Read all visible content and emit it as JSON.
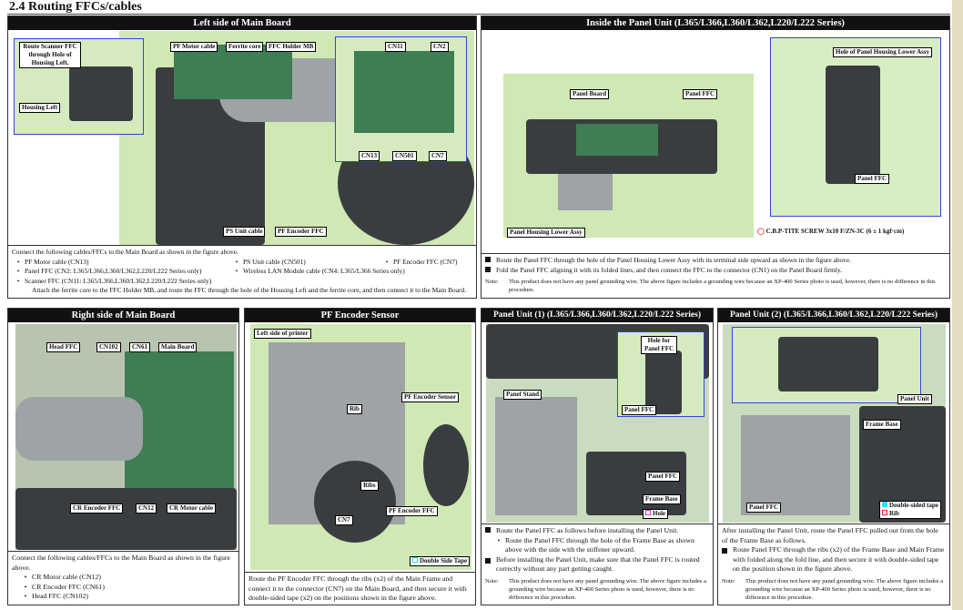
{
  "title": "2.4  Routing FFCs/cables",
  "p1": {
    "header": "Left side of Main Board",
    "labels": [
      "Route Scanner FFC through Hole of Housing Left.",
      "Housing Left",
      "PF Motor cable",
      "Ferrite core",
      "FFC Holder MB",
      "CN11",
      "CN2",
      "CN13",
      "CN501",
      "CN7",
      "PS Unit cable",
      "PF Encoder FFC"
    ],
    "intro": "Connect the following cables/FFCs to the Main Board as shown in the figure above.",
    "items": [
      "PF Motor cable (CN13)",
      "PS Unit cable (CN501)",
      "PF Encoder FFC (CN7)",
      "Panel FFC (CN2: L365/L366,L360/L362,L220/L222 Series only)",
      "Wireless LAN Module cable (CN4: L365/L366 Series only)",
      "Scanner FFC (CN11: L365/L366,L360/L362,L220/L222 Series only)"
    ],
    "extra": "Attach the ferrite core to the FFC Holder MB, and route the FFC through the hole of the Housing Left and the ferrite core, and then connect it to the Main Board."
  },
  "p2": {
    "header": "Inside the Panel Unit (L365/L366,L360/L362,L220/L222 Series)",
    "labels": [
      "Panel Board",
      "Panel FFC",
      "Panel Housing Lower Assy",
      "Hole of Panel Housing Lower Assy",
      "Panel FFC"
    ],
    "screw": "C.B.P-TITE SCREW 3x10 F/ZN-3C (6 ± 1 kgf·cm)",
    "steps": [
      "Route the Panel FFC through the hole of the Panel Housing Lower Assy with its terminal side upward as shown in the figure above.",
      "Fold the Panel FFC aligning it with its folded lines, and then connect the FFC to the connector (CN1) on the Panel Board firmly."
    ],
    "note_label": "Note:",
    "note": "This product does not have any panel grounding wire. The above figure includes a grounding wire because an XP-400 Series photo is used, however, there is no difference in this procedure."
  },
  "p3": {
    "header": "Right side of Main Board",
    "labels": [
      "Head FFC",
      "CN102",
      "CN61",
      "Main Board",
      "CR Encoder FFC",
      "CN12",
      "CR Motor cable"
    ],
    "intro": "Connect the following cables/FFCs to the Main Board as shown in the figure above.",
    "items": [
      "CR Motor cable (CN12)",
      "CR Encoder FFC (CN61)",
      "Head FFC (CN102)"
    ]
  },
  "p4": {
    "header": "PF Encoder Sensor",
    "labels": [
      "Left side of printer",
      "Rib",
      "PF Encoder Sensor",
      "Ribs",
      "PF Encoder FFC",
      "CN7",
      "Double Side Tape"
    ],
    "text": "Route the PF Encoder FFC through the ribs (x2) of the Main Frame and connect it to the connector (CN7) on the Main Board, and then secure it with double-sided tape (x2) on the positions shown in the figure above."
  },
  "p5": {
    "header": "Panel Unit (1) (L365/L366,L360/L362,L220/L222 Series)",
    "labels": [
      "Hole for Panel FFC",
      "Panel FFC",
      "Panel Stand",
      "Panel FFC",
      "Frame Base",
      "Hole"
    ],
    "step1": "Route the Panel FFC as follows before installing the Panel Unit.",
    "sub": "Route the Panel FFC through the hole of the Frame Base as shown above with the side with the stiffener upward.",
    "step2": "Before installing the Panel Unit, make sure that the Panel FFC is routed correctly without any part getting caught.",
    "note_label": "Note:",
    "note": "This product does not have any panel grounding wire. The above figure includes a grounding wire because an XP-400 Series photo is used, however, there is no difference in this procedure."
  },
  "p6": {
    "header": "Panel Unit (2) (L365/L366,L360/L362,L220/L222 Series)",
    "labels": [
      "Panel Unit",
      "Frame Base",
      "Panel FFC",
      "Double-sided tape",
      "Rib"
    ],
    "intro": "After installing the Panel Unit, route the Panel FFC pulled out from the hole of the Frame Base as follows.",
    "step": "Route Panel FFC through the ribs (x2) of the Frame Base and Main Frame with folded along the fold line, and then secure it with double-sided tape on the position shown in the figure above.",
    "note_label": "Note:",
    "note": "This product does not have any panel grounding wire. The above figure includes a grounding wire because an XP-400 Series photo is used, however, there is no difference in this procedure."
  },
  "colors": {
    "callout_blue": "#3344dd",
    "tape_cyan": "#33ddee",
    "hole_magenta": "#dd33cc",
    "rib_red": "#ee2222"
  }
}
